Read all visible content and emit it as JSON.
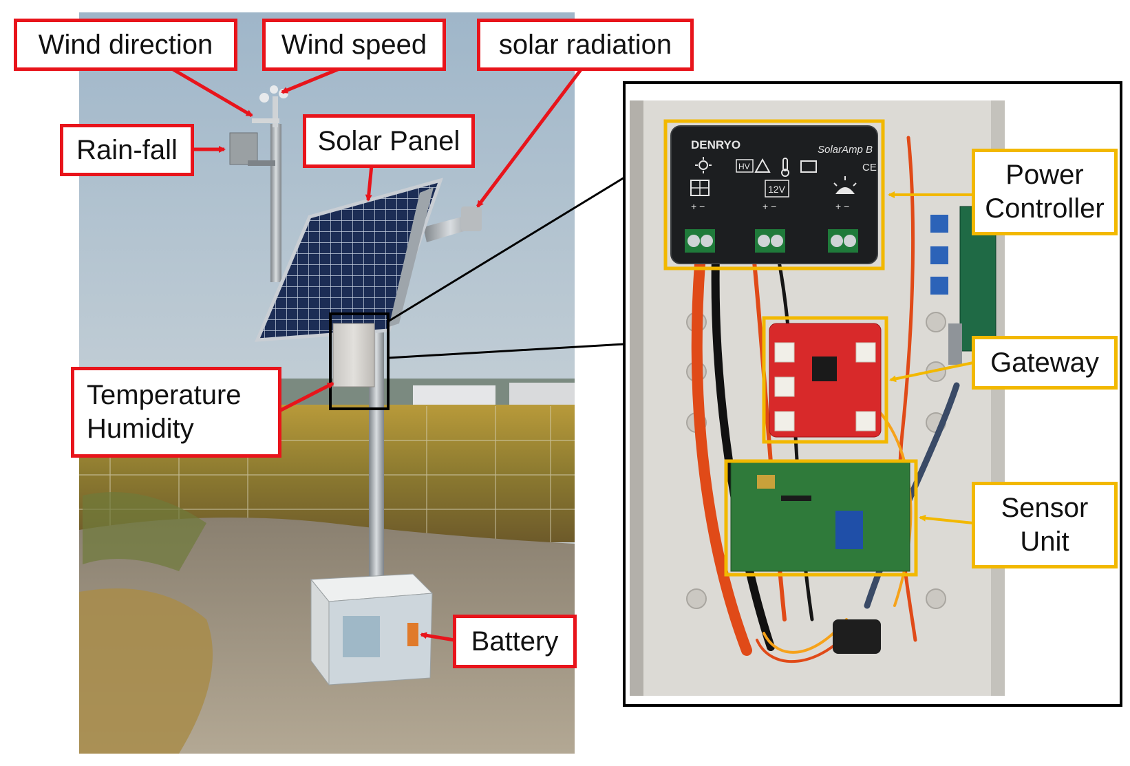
{
  "colors": {
    "red_callout": "#e8141b",
    "gold_callout": "#f2b800",
    "inset_frame": "#000000"
  },
  "station_labels": {
    "wind_direction": "Wind direction",
    "wind_speed": "Wind speed",
    "solar_radiation": "solar radiation",
    "rain_fall": "Rain-fall",
    "solar_panel": "Solar Panel",
    "temperature_humidity": "Temperature\nHumidity",
    "battery": "Battery"
  },
  "enclosure_labels": {
    "power_controller": "Power\nController",
    "gateway": "Gateway",
    "sensor_unit": "Sensor\nUnit"
  },
  "controller_print": {
    "brand": "DENRYO",
    "model": "SolarAmp B",
    "voltage": "12V",
    "hv": "HV",
    "ce": "CE"
  },
  "icons": [
    "sun-icon",
    "solar-panel-icon",
    "battery-icon",
    "lamp-icon",
    "thermometer-icon",
    "warning-bell-icon"
  ]
}
